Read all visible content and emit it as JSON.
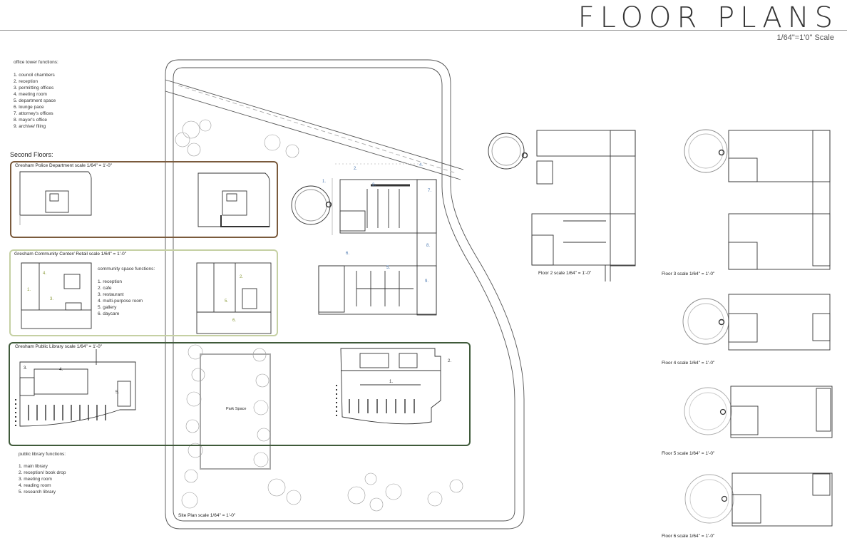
{
  "header": {
    "title": "FLOOR PLANS",
    "scale": "1/64\"=1'0\" Scale"
  },
  "office_functions": {
    "heading": "office tower functions:",
    "items": [
      "1. council chambers",
      "2. reception",
      "3. permitting offices",
      "4. meeting room",
      "5. department space",
      "6. lounge pace",
      "7. attorney's offices",
      "8. mayor's  office",
      "9. archive/ filing"
    ]
  },
  "second_floors": {
    "heading": "Second Floors:",
    "police": {
      "label": "Gresham Police Department  scale 1/64\" = 1'-0\""
    },
    "community": {
      "label": "Gresham Community Center/ Retail  scale 1/64\" = 1'-0\"",
      "functions_heading": "community space functions:",
      "functions": [
        "1. reception",
        "2. cafe",
        "3. restaurant",
        "4. multi-purpose room",
        "5. gallery",
        "6. daycare"
      ]
    },
    "library": {
      "label": "Gresham Public Library  scale 1/64\" = 1'-0\""
    }
  },
  "library_functions": {
    "heading": "public library functions:",
    "items": [
      "1. main library",
      "2. reception/ book drop",
      "3. meeting room",
      "4. reading room",
      "5. research library"
    ]
  },
  "site_plan": {
    "caption": "Site Plan  scale 1/64\" = 1'-0\"",
    "park_label": "Park Space"
  },
  "floor_captions": {
    "floor2": "Floor 2  scale 1/64\" = 1'-0\"",
    "floor3": "Floor 3  scale 1/64\" = 1'-0\"",
    "floor4": "Floor 4  scale 1/64\" = 1'-0\"",
    "floor5": "Floor 5  scale 1/64\" = 1'-0\"",
    "floor6": "Floor 6  scale 1/64\" = 1'-0\""
  },
  "plan_tags": {
    "office_blue": [
      "1.",
      "2.",
      "3.",
      "4.",
      "5.",
      "6.",
      "7.",
      "8.",
      "9."
    ],
    "community": [
      "1.",
      "2.",
      "3.",
      "4.",
      "5.",
      "6."
    ],
    "library": [
      "1.",
      "2.",
      "3.",
      "4.",
      "5."
    ]
  },
  "colors": {
    "police_frame": "#7a5a3c",
    "community_frame": "#c5d0a3",
    "library_frame": "#3f5a3a",
    "room_tag_blue": "#4a78b0",
    "room_tag_olive": "#8a9a3a"
  }
}
